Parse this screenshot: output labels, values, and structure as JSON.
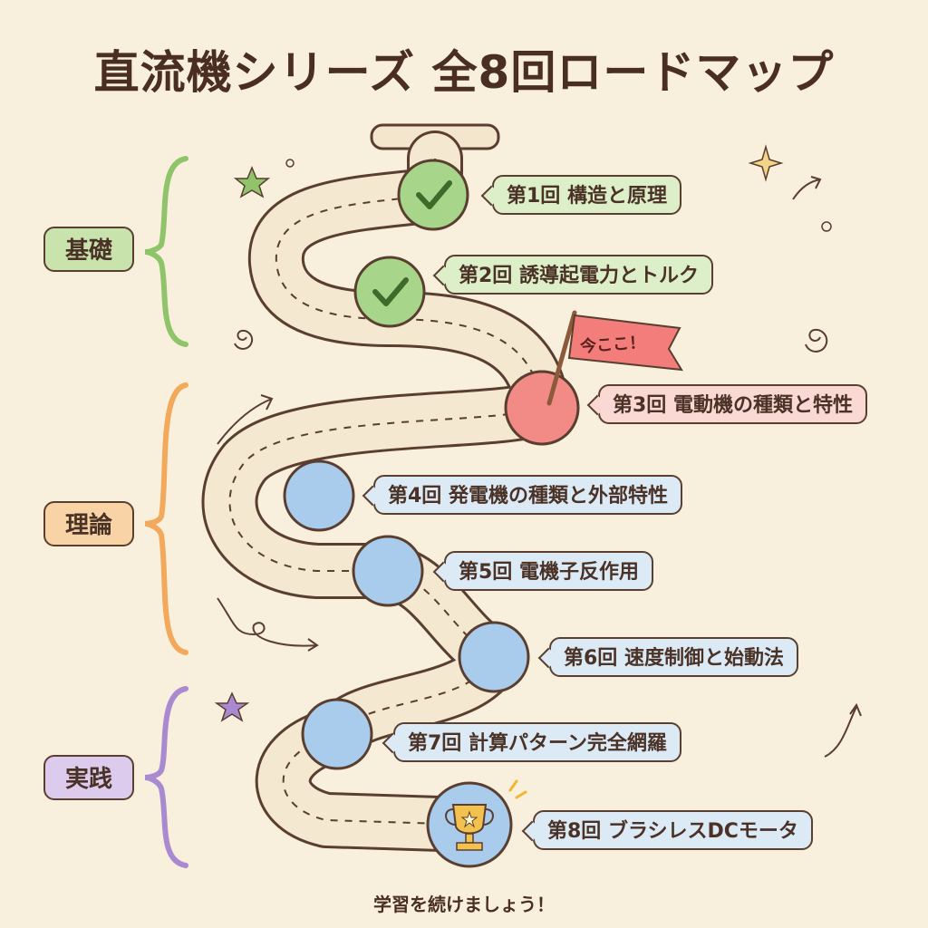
{
  "title": "直流機シリーズ 全8回ロードマップ",
  "sections": [
    {
      "label": "基礎",
      "color": "#c9e3ac"
    },
    {
      "label": "理論",
      "color": "#f8d3a6"
    },
    {
      "label": "実践",
      "color": "#dccbec"
    }
  ],
  "lessons": [
    {
      "label": "第1回 構造と原理",
      "status": "done"
    },
    {
      "label": "第2回 誘導起電力とトルク",
      "status": "done"
    },
    {
      "label": "第3回 電動機の種類と特性",
      "status": "current"
    },
    {
      "label": "第4回 発電機の種類と外部特性",
      "status": "upcoming"
    },
    {
      "label": "第5回 電機子反作用",
      "status": "upcoming"
    },
    {
      "label": "第6回 速度制御と始動法",
      "status": "upcoming"
    },
    {
      "label": "第7回 計算パターン完全網羅",
      "status": "upcoming"
    },
    {
      "label": "第8回 ブラシレスDCモータ",
      "status": "goal"
    }
  ],
  "current_flag": "今ここ！",
  "footer": "学習を続けましょう！"
}
